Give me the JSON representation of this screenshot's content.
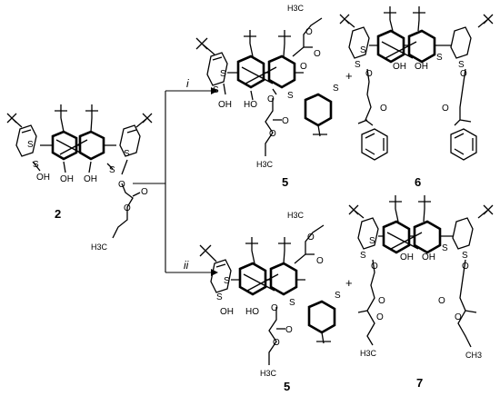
{
  "compounds": {
    "start": "2",
    "product_5_top": "5",
    "product_6": "6",
    "product_5_bottom": "5",
    "product_7": "7"
  },
  "conditions": {
    "top": "i",
    "bottom": "ii"
  },
  "plus_sign": "+",
  "atoms": {
    "S": "S",
    "OH": "OH",
    "HO": "HO",
    "O": "O",
    "H3C": "H3C",
    "CH3": "CH3"
  },
  "colors": {
    "ink": "#000000",
    "background": "#ffffff"
  }
}
